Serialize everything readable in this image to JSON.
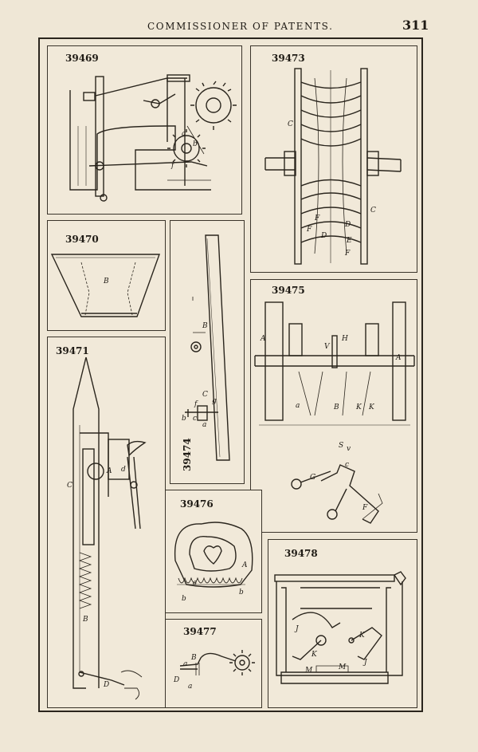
{
  "header": {
    "running_head": "COMMISSIONER OF PATENTS.",
    "page_number": "311"
  },
  "figures": [
    {
      "number": "39469",
      "letters": [
        "a",
        "b",
        "f"
      ]
    },
    {
      "number": "39473",
      "letters": [
        "C",
        "C",
        "F",
        "D",
        "E",
        "F",
        "D",
        "F"
      ]
    },
    {
      "number": "39470",
      "letters": [
        "B"
      ]
    },
    {
      "number": "39474",
      "letters": [
        "B",
        "C",
        "g",
        "f",
        "a",
        "b",
        "c"
      ]
    },
    {
      "number": "39475",
      "letters": [
        "A",
        "A",
        "H",
        "V",
        "a",
        "B",
        "K",
        "K",
        "S",
        "v",
        "G",
        "F",
        "c"
      ]
    },
    {
      "number": "39471",
      "letters": [
        "C",
        "A",
        "d",
        "B",
        "D"
      ]
    },
    {
      "number": "39476",
      "letters": [
        "A",
        "a",
        "b",
        "b"
      ]
    },
    {
      "number": "39477",
      "letters": [
        "B",
        "a",
        "D",
        "a"
      ]
    },
    {
      "number": "39478",
      "letters": [
        "J",
        "K",
        "K",
        "M",
        "M",
        "J"
      ]
    }
  ]
}
